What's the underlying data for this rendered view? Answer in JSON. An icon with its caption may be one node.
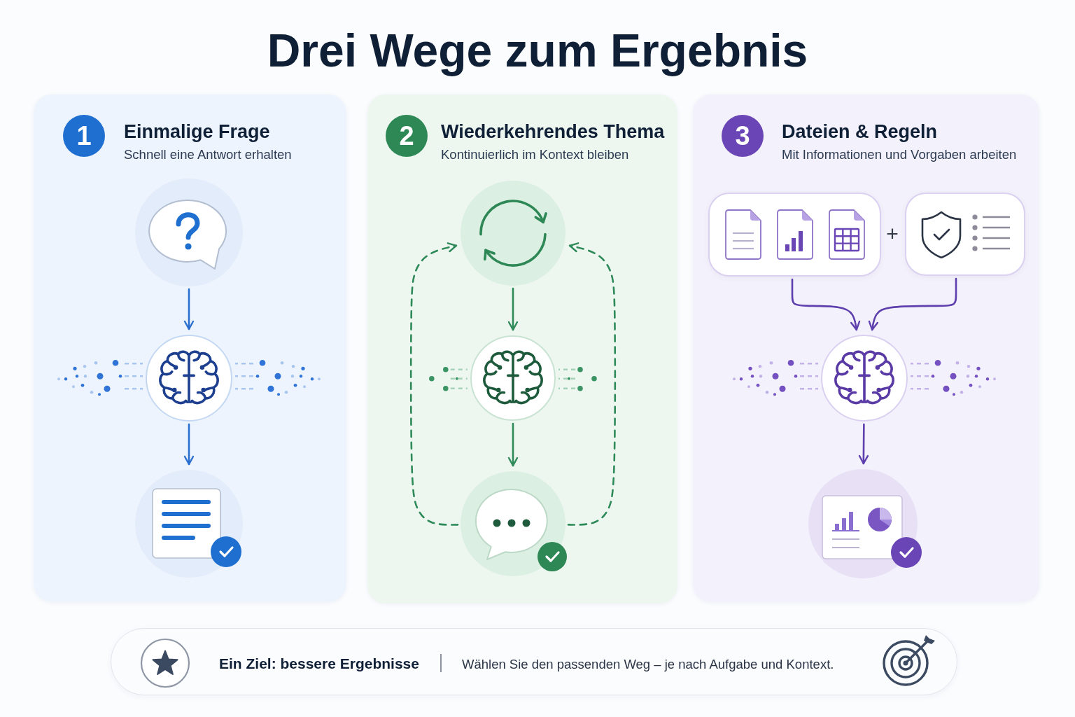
{
  "diagram": {
    "title": "Drei Wege zum Ergebnis",
    "nodes": [
      {
        "text": [
          "Einmalige Frage",
          "Schnell eine Antwort erhalten"
        ]
      },
      {
        "text": [
          "1"
        ],
        "in": 0
      },
      {
        "text": [],
        "shape": "circle",
        "in": 0
      },
      {
        "text": [],
        "shape": "circle",
        "in": 0
      },
      {
        "text": [],
        "shape": "circle",
        "in": 0
      },
      {
        "text": [
          "Wiederkehrendes Thema",
          "Kontinuierlich im Kontext bleiben"
        ]
      },
      {
        "text": [
          "2"
        ],
        "in": 5
      },
      {
        "text": [],
        "shape": "circle",
        "in": 5
      },
      {
        "text": [],
        "shape": "circle",
        "in": 5
      },
      {
        "text": [],
        "shape": "circle",
        "in": 5
      },
      {
        "text": [
          "Dateien & Regeln",
          "Mit Informationen und Vorgaben arbeiten"
        ]
      },
      {
        "text": [
          "3"
        ],
        "in": 10
      },
      {
        "text": [],
        "shape": "box",
        "in": 10
      },
      {
        "text": [],
        "shape": "box",
        "in": 10
      },
      {
        "text": [],
        "shape": "circle",
        "in": 10
      },
      {
        "text": [],
        "shape": "circle",
        "in": 10
      },
      {
        "text": [
          "Ein Ziel: bessere Ergebnisse",
          "Wählen Sie den passenden Weg – je nach Aufgabe und Kontext."
        ]
      }
    ],
    "edges": [
      {
        "from": 2,
        "to": 3,
        "arrow": "to",
        "color": "#2a6fd0"
      },
      {
        "from": 3,
        "to": 4,
        "arrow": "to",
        "color": "#2a6fd0"
      },
      {
        "from": 7,
        "to": 8,
        "arrow": "to",
        "color": "#2f8a5a"
      },
      {
        "from": 8,
        "to": 9,
        "arrow": "to",
        "color": "#2f8a5a"
      },
      {
        "from": 9,
        "to": 7,
        "arrow": "to",
        "style": "dashed",
        "color": "#2f8a5a"
      },
      {
        "from": 9,
        "to": 7,
        "arrow": "to",
        "style": "dashed",
        "color": "#2f8a5a"
      },
      {
        "from": 12,
        "to": 14,
        "arrow": "to",
        "color": "#5e3fae"
      },
      {
        "from": 13,
        "to": 14,
        "arrow": "to",
        "color": "#5e3fae"
      },
      {
        "from": 14,
        "to": 15,
        "arrow": "to",
        "color": "#5e3fae"
      }
    ],
    "labels": [
      "+"
    ]
  }
}
